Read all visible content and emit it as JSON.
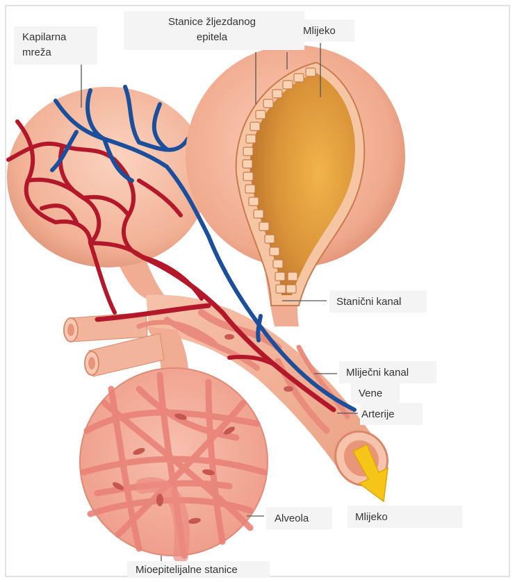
{
  "labels": {
    "capillary_network_line1": "Kapilarna",
    "capillary_network_line2": "mreža",
    "glandular_cells_line1": "Stanice žljezdanog",
    "glandular_cells_line2": "epitela",
    "milk_top": "Mlijeko",
    "cell_duct": "Stanični kanal",
    "milk_duct": "Mliječni kanal",
    "veins": "Vene",
    "arteries": "Arterije",
    "alveola": "Alveola",
    "milk_bottom": "Mlijeko",
    "myoepithelial_cells": "Mioepitelijalne stanice"
  },
  "colors": {
    "tissue": "#f3b49a",
    "tissue_dark": "#e8957a",
    "milk": "#d99238",
    "vein": "#1b4f9c",
    "artery": "#b3182a",
    "myoepithelial": "#ee8c84",
    "arrow": "#f5c518"
  }
}
